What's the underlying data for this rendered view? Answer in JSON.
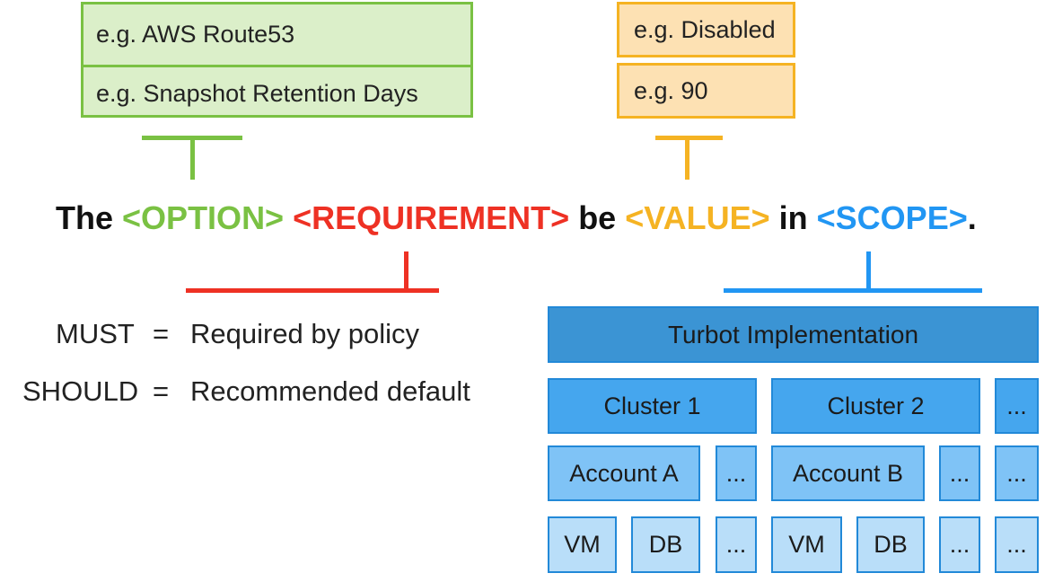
{
  "option_examples": [
    "e.g. AWS Route53",
    "e.g. Snapshot Retention Days"
  ],
  "value_examples": [
    "e.g. Disabled",
    "e.g. 90"
  ],
  "sentence": {
    "the": "The",
    "option": "<OPTION>",
    "requirement": "<REQUIREMENT>",
    "be": "be",
    "value": "<VALUE>",
    "in": "in",
    "scope": "<SCOPE>",
    "period": "."
  },
  "colors": {
    "option": "#7ac143",
    "requirement": "#ee3124",
    "value": "#f5b323",
    "scope": "#2196f3",
    "text": "#111111"
  },
  "requirement_definitions": [
    {
      "term": "MUST",
      "eq": "=",
      "meaning": "Required by policy"
    },
    {
      "term": "SHOULD",
      "eq": "=",
      "meaning": "Recommended default"
    }
  ],
  "scope": {
    "root": "Turbot Implementation",
    "clusters": [
      "Cluster 1",
      "Cluster 2",
      "..."
    ],
    "accounts": [
      "Account A",
      "...",
      "Account B",
      "...",
      "..."
    ],
    "resources": [
      "VM",
      "DB",
      "...",
      "VM",
      "DB",
      "...",
      "..."
    ]
  }
}
